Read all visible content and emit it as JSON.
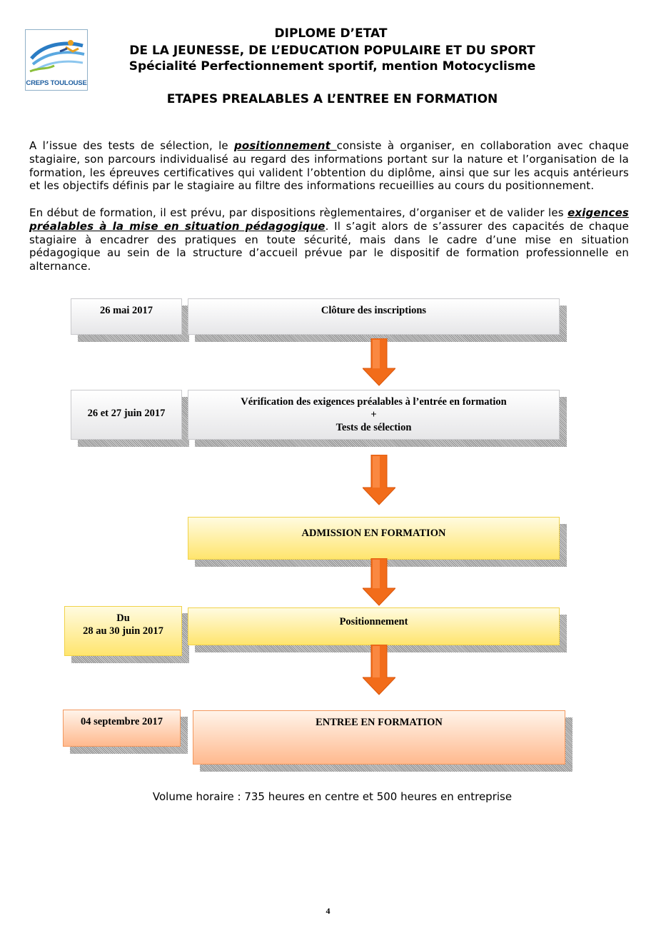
{
  "logo": {
    "text": "CREPS TOULOUSE"
  },
  "header": {
    "line1": "DIPLOME D’ETAT",
    "line2": "DE LA JEUNESSE, DE L’EDUCATION POPULAIRE ET DU SPORT",
    "line3": "Spécialité Perfectionnement sportif, mention Motocyclisme"
  },
  "section_title": "ETAPES PREALABLES A L’ENTREE EN FORMATION",
  "paragraph1": {
    "before": "A l’issue des tests de sélection, le ",
    "emphasis": "positionnement ",
    "after": " consiste à organiser, en collaboration avec chaque stagiaire, son parcours individualisé au regard des informations portant sur la nature et l’organisation de la formation, les épreuves certificatives qui valident l’obtention du diplôme, ainsi que sur les acquis antérieurs et les objectifs définis par le stagiaire au filtre des informations recueillies au cours du positionnement."
  },
  "paragraph2": {
    "before": "En début de formation, il est prévu, par dispositions règlementaires, d’organiser et de valider les ",
    "emphasis": "exigences préalables à la mise en situation pédagogique",
    "after": ". Il s’agit alors de s’assurer des capacités de chaque stagiaire à encadrer des pratiques en toute sécurité, mais dans le cadre d’une mise en situation pédagogique au sein de la structure d’accueil prévue par le dispositif de formation professionnelle en alternance."
  },
  "flow": {
    "step1": {
      "date": "26 mai 2017",
      "label": "Clôture des inscriptions"
    },
    "step2": {
      "date": "26 et 27 juin 2017",
      "label_line1": "Vérification des exigences préalables à l’entrée en formation",
      "label_line2": "+",
      "label_line3": "Tests de sélection"
    },
    "step3": {
      "label": "ADMISSION EN FORMATION"
    },
    "step4": {
      "date_line1": "Du",
      "date_line2": "28 au 30 juin 2017",
      "label": "Positionnement"
    },
    "step5": {
      "date": "04 septembre 2017",
      "label": "ENTREE EN FORMATION"
    }
  },
  "volume": "Volume horaire : 735 heures en centre et 500 heures en entreprise",
  "page_number": "4",
  "colors": {
    "grey_box": "#e6e6e8",
    "yellow_box": "#ffe56e",
    "orange_box": "#ffb98e",
    "arrow": "#f26c1a"
  }
}
